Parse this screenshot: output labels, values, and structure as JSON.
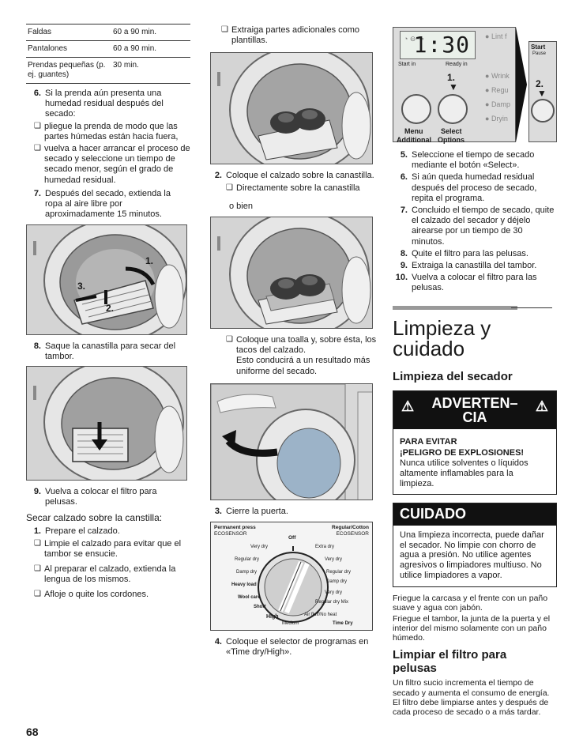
{
  "col1": {
    "table": [
      {
        "item": "Faldas",
        "time": "60 a 90 min."
      },
      {
        "item": "Pantalones",
        "time": "60 a 90 min."
      },
      {
        "item": "Prendas pequeñas (p. ej. guantes)",
        "time": "30 min."
      }
    ],
    "step6": {
      "num": "6.",
      "text": "Si la prenda aún presenta una humedad residual después del secado:"
    },
    "step6_b1": "pliegue la prenda de modo que las partes húmedas están hacia fuera,",
    "step6_b2": "vuelva a hacer arrancar el proceso de secado y seleccione un tiempo de secado menor, según el grado de humedad residual.",
    "step7": {
      "num": "7.",
      "text": "Después del secado, extienda la ropa al aire libre por aproximadamente 15 minutos."
    },
    "img1_labels": [
      "1.",
      "2.",
      "3."
    ],
    "step8": {
      "num": "8.",
      "text": "Saque la canastilla para secar del tambor."
    },
    "step9": {
      "num": "9.",
      "text": "Vuelva a colocar el filtro para pelusas."
    },
    "heading": "Secar calzado sobre la canstilla:",
    "s1": {
      "num": "1.",
      "text": "Prepare el calzado."
    },
    "s1_b1": "Limpie el calzado para evitar que el tambor se ensucie.",
    "s1_b2": "Al preparar el calzado, extienda la lengua de los mismos.",
    "s1_b3": "Afloje o quite los cordones."
  },
  "col2": {
    "b_top": "Extraiga partes adicionales como plantillas.",
    "step2": {
      "num": "2.",
      "text": "Coloque el calzado sobre la canastilla."
    },
    "step2_b1": "Directamente sobre la canastilla",
    "obien": "o bien",
    "b_towel_1": "Coloque una toalla y, sobre ésta, los tacos del calzado.",
    "b_towel_2": "Esto conducirá a un resultado más uniforme del secado.",
    "step3": {
      "num": "3.",
      "text": "Cierre la puerta."
    },
    "dial": {
      "left_title": "Permanent press",
      "left_sensor": "ECOSENSOR",
      "right_title": "Regular/Cotton",
      "right_sensor": "ECOSENSOR",
      "off": "Off",
      "left_items": [
        "Very dry",
        "Regular dry",
        "Damp dry",
        "Heavy load",
        "Wool care",
        "Short"
      ],
      "right_items": [
        "Extra dry",
        "Very dry",
        "Regular dry",
        "Damp dry",
        "Very dry",
        "Regular dry Mix"
      ],
      "bottom": [
        "High",
        "Medium",
        "Air fluff/No heat",
        "Time Dry"
      ]
    },
    "step4": {
      "num": "4.",
      "text": "Coloque el selector de programas en «Time dry/High»."
    }
  },
  "col3": {
    "panel": {
      "display": "1:30",
      "start_in": "Start in",
      "ready_in": "Ready in",
      "step1": "1.",
      "step2": "2.",
      "menu": "Menu",
      "additional": "Additional",
      "select": "Select",
      "options": "Options",
      "lint": "Lint f",
      "options_list": [
        "Wrink",
        "Regu",
        "Damp",
        "Dryin"
      ],
      "start": "Start",
      "pause": "Pause"
    },
    "steps": [
      {
        "num": "5.",
        "text": "Seleccione el tiempo de secado mediante el botón «Select»."
      },
      {
        "num": "6.",
        "text": "Si aún queda humedad residual después del proceso de secado, repita el programa."
      },
      {
        "num": "7.",
        "text": "Concluido el tiempo de secado, quite el calzado del secador y déjelo airearse por un tiempo de 30 minutos."
      },
      {
        "num": "8.",
        "text": "Quite el filtro para las pelusas."
      },
      {
        "num": "9.",
        "text": "Extraiga la canastilla del tambor."
      },
      {
        "num": "10.",
        "text": "Vuelva a colocar el filtro para las pelusas."
      }
    ],
    "title": "Limpieza y cuidado",
    "subtitle1": "Limpieza del secador",
    "warning": {
      "head": "ADVERTEN– CIA",
      "line1": "PARA EVITAR",
      "line2": "¡PELIGRO DE EXPLOSIONES!",
      "body": "Nunca utilice solventes o líquidos altamente inflamables para la limpieza."
    },
    "caution": {
      "head": "CUIDADO",
      "body": "Una limpieza incorrecta, puede dañar el secador. No limpie con chorro de agua a presión. No utilice agentes agresivos o limpiadores multiuso. No utilice limpiadores a vapor."
    },
    "para1": "Friegue la carcasa y el frente con un paño suave y agua con jabón.",
    "para2": "Friegue el tambor, la junta de la puerta y el interior del mismo solamente con un paño húmedo.",
    "subtitle2": "Limpiar el filtro para pelusas",
    "para3": "Un filtro sucio incrementa el tiempo de secado y aumenta el consumo de energía.",
    "para4": "El filtro debe limpiarse antes y después de cada proceso de secado o a más tardar."
  },
  "page_number": "68"
}
